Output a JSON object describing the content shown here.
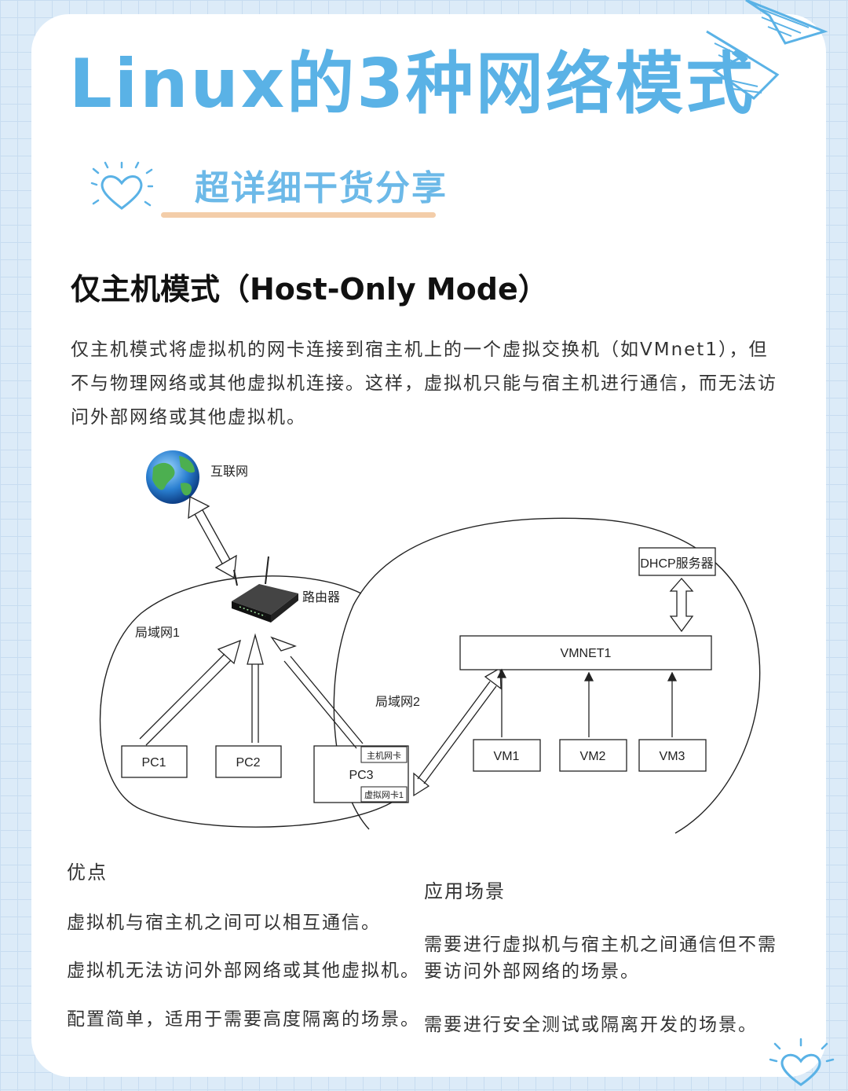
{
  "title": "Linux的3种网络模式",
  "subtitle": "超详细干货分享",
  "section": {
    "heading": "仅主机模式（Host-Only Mode）",
    "intro": "仅主机模式将虚拟机的网卡连接到宿主机上的一个虚拟交换机（如VMnet1），但不与物理网络或其他虚拟机连接。这样，虚拟机只能与宿主机进行通信，而无法访问外部网络或其他虚拟机。"
  },
  "diagram": {
    "internet": "互联网",
    "router": "路由器",
    "lan1": "局域网1",
    "lan2": "局域网2",
    "dhcp": "DHCP服务器",
    "vmnet": "VMNET1",
    "pc1": "PC1",
    "pc2": "PC2",
    "pc3": "PC3",
    "host_nic": "主机网卡",
    "virtual_nic": "虚拟网卡1",
    "vm1": "VM1",
    "vm2": "VM2",
    "vm3": "VM3"
  },
  "advantages": {
    "title": "优点",
    "items": [
      "虚拟机与宿主机之间可以相互通信。",
      "虚拟机无法访问外部网络或其他虚拟机。",
      "配置简单，适用于需要高度隔离的场景。"
    ]
  },
  "applications": {
    "title": "应用场景",
    "items": [
      "需要进行虚拟机与宿主机之间通信但不需要访问外部网络的场景。",
      "需要进行安全测试或隔离开发的场景。"
    ]
  },
  "colors": {
    "title": "#5ab2e6",
    "subtitle": "#6cb9e8",
    "underline": "#f3cda9",
    "background": "#dcebf8"
  }
}
